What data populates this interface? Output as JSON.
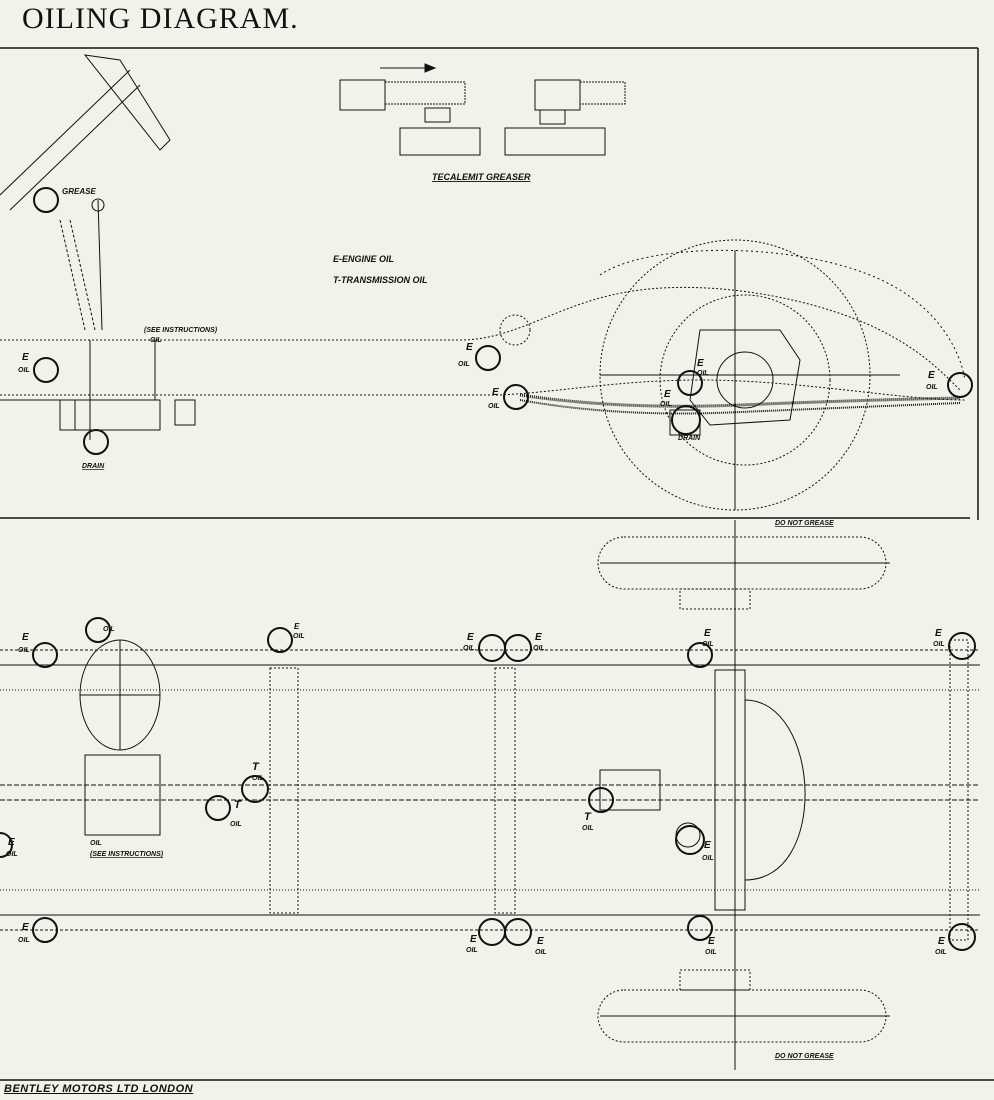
{
  "title": "OILING DIAGRAM.",
  "greaser_caption": "TECALEMIT GREASER",
  "legend": {
    "engine": "E-ENGINE OIL",
    "transmission": "T-TRANSMISSION OIL"
  },
  "side_view": {
    "grease": "GREASE",
    "see_instructions": "(SEE INSTRUCTIONS)",
    "oil": "OIL",
    "e": "E",
    "drain": "DRAIN",
    "drain2": "DRAIN"
  },
  "plan_view": {
    "do_not_grease_top": "DO NOT GREASE",
    "do_not_grease_bottom": "DO NOT GREASE",
    "oil": "OIL",
    "see_instructions": "(SEE INSTRUCTIONS)",
    "e": "E",
    "t": "T"
  },
  "footer": "BENTLEY MOTORS LTD LONDON"
}
